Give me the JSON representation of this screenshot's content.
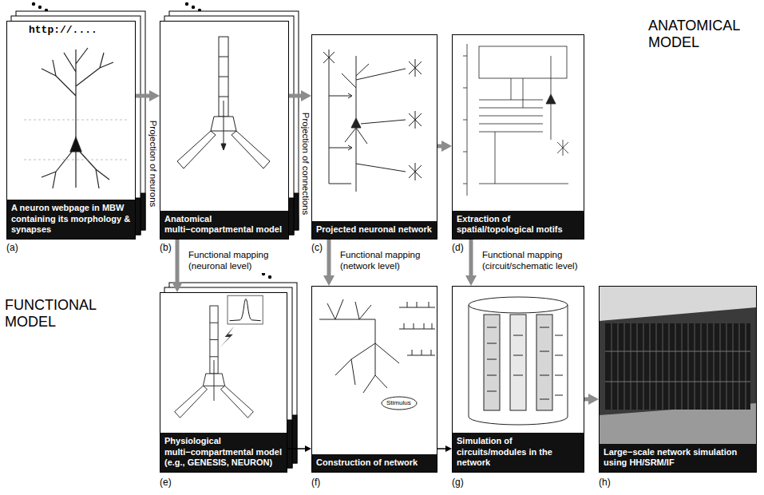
{
  "diagram": {
    "nodes": [
      {
        "text": [
          "A neuron webpage in MBW containing its morphology & synapses"
        ]
      },
      {
        "text": [
          "Anatomical multi−compartmental model"
        ]
      },
      {
        "text": [
          "Projected neuronal network"
        ]
      },
      {
        "text": [
          "Extraction of spatial/topological motifs"
        ]
      },
      {
        "text": [
          "Physiological multi−compartmental model (e.g., GENESIS, NEURON)"
        ]
      },
      {
        "text": [
          "Construction of network"
        ]
      },
      {
        "text": [
          "Simulation of circuits/modules in the network"
        ]
      },
      {
        "text": [
          "Large−scale network simulation using HH/SRM/IF"
        ]
      }
    ],
    "edges": [
      {
        "from": 0,
        "to": 1,
        "arrow": "to",
        "label": "Projection of neurons"
      },
      {
        "from": 1,
        "to": 2,
        "arrow": "to",
        "label": "Projection of connections"
      },
      {
        "from": 2,
        "to": 3,
        "arrow": "to"
      },
      {
        "from": 1,
        "to": 4,
        "arrow": "to",
        "label": "Functional mapping (neuronal level)"
      },
      {
        "from": 2,
        "to": 5,
        "arrow": "to",
        "label": "Functional mapping (network level)"
      },
      {
        "from": 3,
        "to": 6,
        "arrow": "to",
        "label": "Functional mapping (circuit/schematic level)"
      },
      {
        "from": 4,
        "to": 5,
        "arrow": "to"
      },
      {
        "from": 5,
        "to": 6,
        "arrow": "to"
      },
      {
        "from": 6,
        "to": 7,
        "arrow": "to"
      }
    ],
    "labels": [
      "ANATOMICAL MODEL",
      "FUNCTIONAL MODEL",
      "http://....",
      "Stimulus",
      "(a)",
      "(b)",
      "(c)",
      "(d)",
      "(e)",
      "(f)",
      "(g)",
      "(h)"
    ]
  }
}
